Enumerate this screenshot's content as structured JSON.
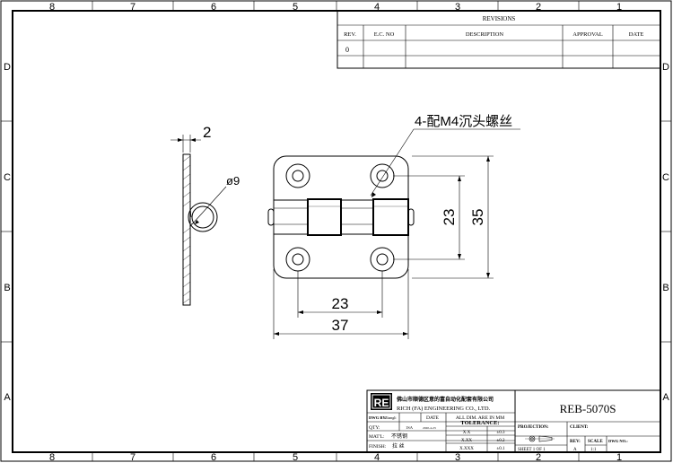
{
  "frame": {
    "columns": [
      "8",
      "7",
      "6",
      "5",
      "4",
      "3",
      "2",
      "1"
    ],
    "rows": [
      "D",
      "C",
      "B",
      "A"
    ]
  },
  "revisions": {
    "title": "REVISIONS",
    "headers": [
      "REV.",
      "E.C. NO",
      "DESCRIPTION",
      "APPROVAL",
      "DATE"
    ],
    "first_rev": "0"
  },
  "drawing": {
    "dims": {
      "thickness": "2",
      "pin_diameter": "ø9",
      "hole_callout": "4-配M4沉头螺丝",
      "hole_spacing_v": "23",
      "height": "35",
      "hole_spacing_h": "23",
      "width": "37"
    }
  },
  "title_block": {
    "logo": "RE",
    "company_cn": "佛山市顺德区意的富自动化配套有限公司",
    "company_en": "RICH (FA) ENGINEERING CO., LTD.",
    "dwg_by_label": "DWG BY:",
    "dwg_by_value": "Zhangli",
    "date_label": "DATE",
    "date_value": "2020-4-23",
    "all_dim": "ALL DIM. ARE IN MM",
    "qty_label": "QTY:",
    "qty_value": "1SA",
    "tolerance_label": "TOLERANCE:",
    "tol_rows": [
      {
        "fmt": "X.X",
        "val": "±0.3"
      },
      {
        "fmt": "X.XX",
        "val": "±0.2"
      },
      {
        "fmt": "X.XXX",
        "val": "±0.1"
      }
    ],
    "matl_label": "MAT'L:",
    "matl_value": "不锈钢",
    "finish_label": "FINISH:",
    "finish_value": "拉 丝",
    "part_no": "REB-5070S",
    "projection_label": "PROJECTION:",
    "client_label": "CLIENT:",
    "sheet": "SHEET 1 OF 1",
    "rev_label": "REV:",
    "rev_value": "A",
    "scale_label": "SCALE",
    "scale_value": "1:1",
    "dwg_no_label": "DWG NO.:"
  }
}
